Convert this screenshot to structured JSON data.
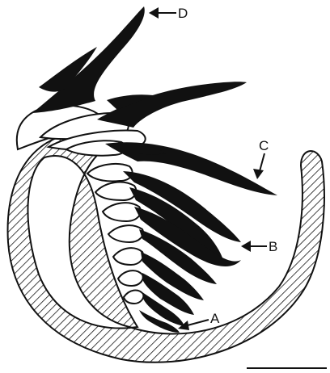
{
  "figure": {
    "labels": {
      "a": "A",
      "b": "B",
      "c": "C",
      "d": "D"
    },
    "colors": {
      "ink": "#111111",
      "paper": "#ffffff"
    }
  }
}
